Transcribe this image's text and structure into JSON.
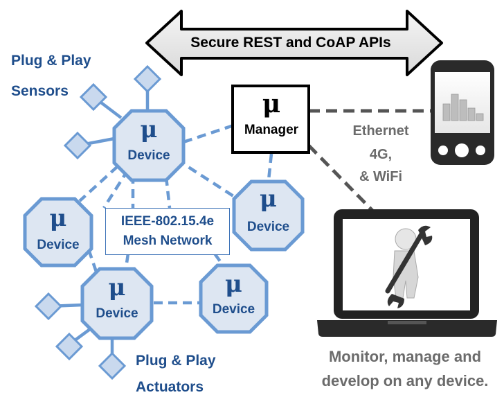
{
  "api_banner": "Secure REST and CoAP APIs",
  "manager": {
    "symbol": "μ",
    "label": "Manager"
  },
  "mesh_network": {
    "line1": "IEEE-802.15.4e",
    "line2": "Mesh Network"
  },
  "devices": [
    {
      "symbol": "μ",
      "label": "Device"
    },
    {
      "symbol": "μ",
      "label": "Device"
    },
    {
      "symbol": "μ",
      "label": "Device"
    },
    {
      "symbol": "μ",
      "label": "Device"
    },
    {
      "symbol": "μ",
      "label": "Device"
    }
  ],
  "sensors_label": {
    "line1": "Plug & Play",
    "line2": "Sensors"
  },
  "actuators_label": {
    "line1": "Plug & Play",
    "line2": "Actuators"
  },
  "connectivity": {
    "line1": "Ethernet",
    "line2": "4G,",
    "line3": "& WiFi"
  },
  "caption": {
    "line1": "Monitor, manage and",
    "line2": "develop on any device."
  },
  "colors": {
    "device_fill": "#dde6f2",
    "device_stroke": "#6a9ad3",
    "text_blue": "#1f4e8c",
    "caption_gray": "#6b6b6b",
    "dash_gray": "#555555"
  },
  "icons": [
    "bidirectional-arrow-icon",
    "smartphone-icon",
    "bar-chart-icon",
    "laptop-icon",
    "wrench-figure-icon",
    "sensor-diamond-icon"
  ]
}
